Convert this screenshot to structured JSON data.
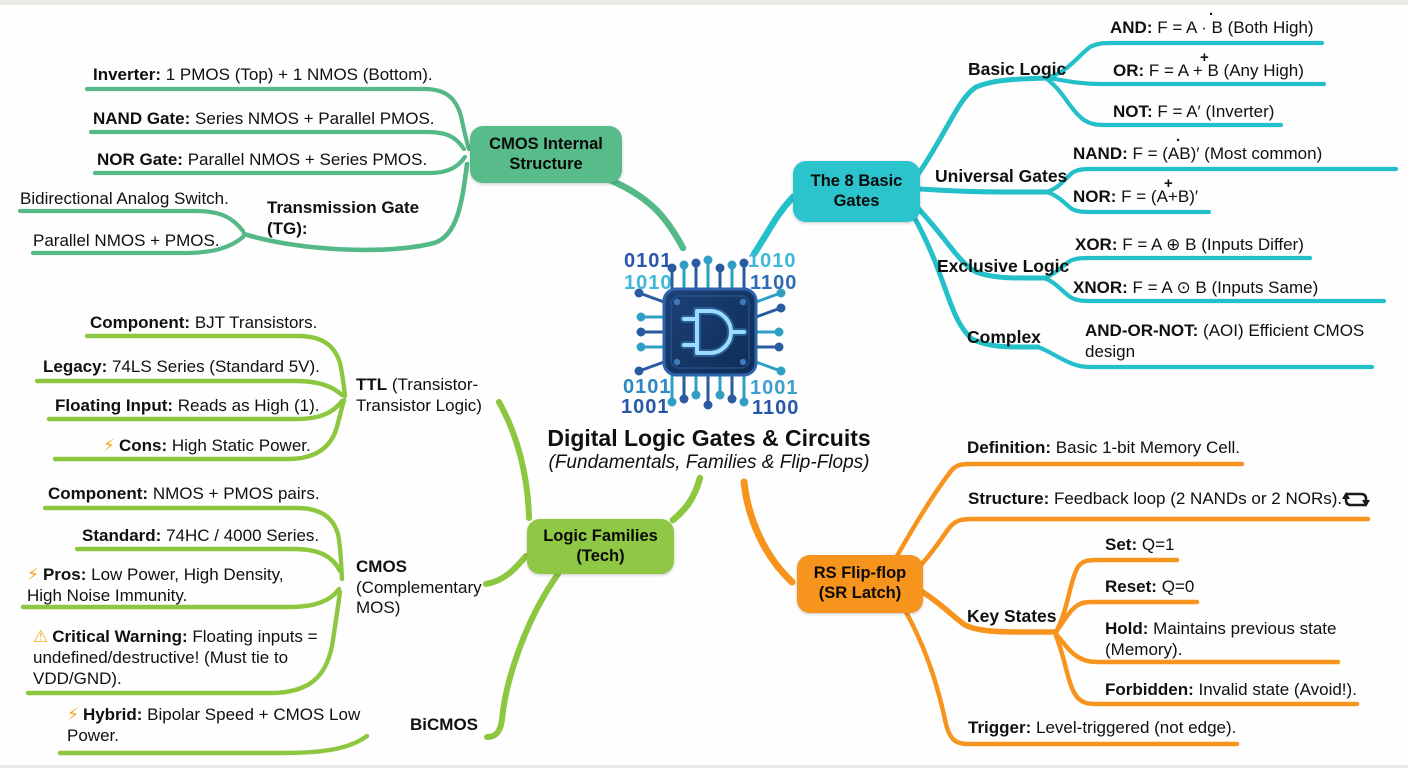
{
  "center": {
    "title": "Digital Logic Gates & Circuits",
    "subtitle": "(Fundamentals, Families & Flip-Flops)",
    "binary": {
      "tl1": "0101",
      "tl2": "1010",
      "tr1": "1010",
      "tr2": "1100",
      "bl1": "0101",
      "bl2": "1001",
      "br1": "1001",
      "br2": "1100"
    }
  },
  "colors": {
    "green": "#54b987",
    "lime": "#8dc63f",
    "teal": "#23c0c9",
    "orange": "#f7941e"
  },
  "branches": {
    "cmos_internal": {
      "node_label": "CMOS Internal Structure",
      "items": [
        {
          "term": "Inverter:",
          "desc": " 1 PMOS (Top) + 1 NMOS (Bottom)."
        },
        {
          "term": "NAND Gate:",
          "desc": " Series NMOS + Parallel PMOS."
        },
        {
          "term": "NOR Gate:",
          "desc": " Parallel NMOS + Series PMOS."
        }
      ],
      "subgroup": {
        "label": "Transmission Gate (TG):",
        "items": [
          {
            "desc": "Bidirectional Analog Switch."
          },
          {
            "desc": "Parallel NMOS + PMOS."
          }
        ]
      }
    },
    "eight_gates": {
      "node_label": "The 8 Basic Gates",
      "groups": [
        {
          "label": "Basic Logic",
          "items": [
            {
              "term": "AND:",
              "desc": " F = A · B (Both High)",
              "accent": "·"
            },
            {
              "term": "OR:",
              "desc": " F = A + B (Any High)",
              "accent": "+"
            },
            {
              "term": "NOT:",
              "desc": " F = A′ (Inverter)"
            }
          ]
        },
        {
          "label": "Universal Gates",
          "items": [
            {
              "term": "NAND:",
              "desc": " F = (AB)′ (Most common)",
              "accent": "·"
            },
            {
              "term": "NOR:",
              "desc": " F = (A+B)′",
              "accent": "+"
            }
          ]
        },
        {
          "label": "Exclusive Logic",
          "items": [
            {
              "term": "XOR:",
              "desc": " F = A ⊕ B (Inputs Differ)"
            },
            {
              "term": "XNOR:",
              "desc": " F = A ⊙ B (Inputs Same)"
            }
          ]
        },
        {
          "label": "Complex",
          "items": [
            {
              "term": "AND-OR-NOT:",
              "desc": " (AOI) Efficient CMOS design"
            }
          ]
        }
      ]
    },
    "logic_families": {
      "node_label": "Logic Families (Tech)",
      "groups": [
        {
          "label": "TTL",
          "label_rest": " (Transistor-Transistor Logic)",
          "items": [
            {
              "term": "Component:",
              "desc": " BJT Transistors."
            },
            {
              "term": "Legacy:",
              "desc": " 74LS Series (Standard 5V)."
            },
            {
              "term": "Floating Input:",
              "desc": " Reads as High (1)."
            },
            {
              "icon": "⚡",
              "term": "Cons:",
              "desc": " High Static Power."
            }
          ]
        },
        {
          "label": "CMOS",
          "label_rest": " (Complementary MOS)",
          "items": [
            {
              "term": "Component:",
              "desc": " NMOS + PMOS pairs."
            },
            {
              "term": "Standard:",
              "desc": " 74HC / 4000 Series."
            },
            {
              "icon": "⚡",
              "term": "Pros:",
              "desc": " Low Power, High Density, High Noise Immunity."
            },
            {
              "icon": "⚠",
              "term": "Critical Warning:",
              "desc": " Floating inputs = undefined/destructive! (Must tie to VDD/GND)."
            }
          ]
        },
        {
          "label": "BiCMOS",
          "label_rest": "",
          "items": [
            {
              "icon": "⚡",
              "term": "Hybrid:",
              "desc": " Bipolar Speed + CMOS Low Power."
            }
          ]
        }
      ]
    },
    "rs_flipflop": {
      "node_label": "RS Flip-flop (SR Latch)",
      "items": [
        {
          "term": "Definition:",
          "desc": " Basic 1-bit Memory Cell."
        },
        {
          "term": "Structure:",
          "desc": " Feedback loop (2 NANDs or 2 NORs)."
        },
        {
          "term": "Trigger:",
          "desc": " Level-triggered (not edge)."
        }
      ],
      "key_states": {
        "label": "Key States",
        "items": [
          {
            "term": "Set:",
            "desc": " Q=1"
          },
          {
            "term": "Reset:",
            "desc": " Q=0"
          },
          {
            "term": "Hold:",
            "desc": " Maintains previous state (Memory)."
          },
          {
            "term": "Forbidden:",
            "desc": " Invalid state (Avoid!)."
          }
        ]
      }
    }
  }
}
